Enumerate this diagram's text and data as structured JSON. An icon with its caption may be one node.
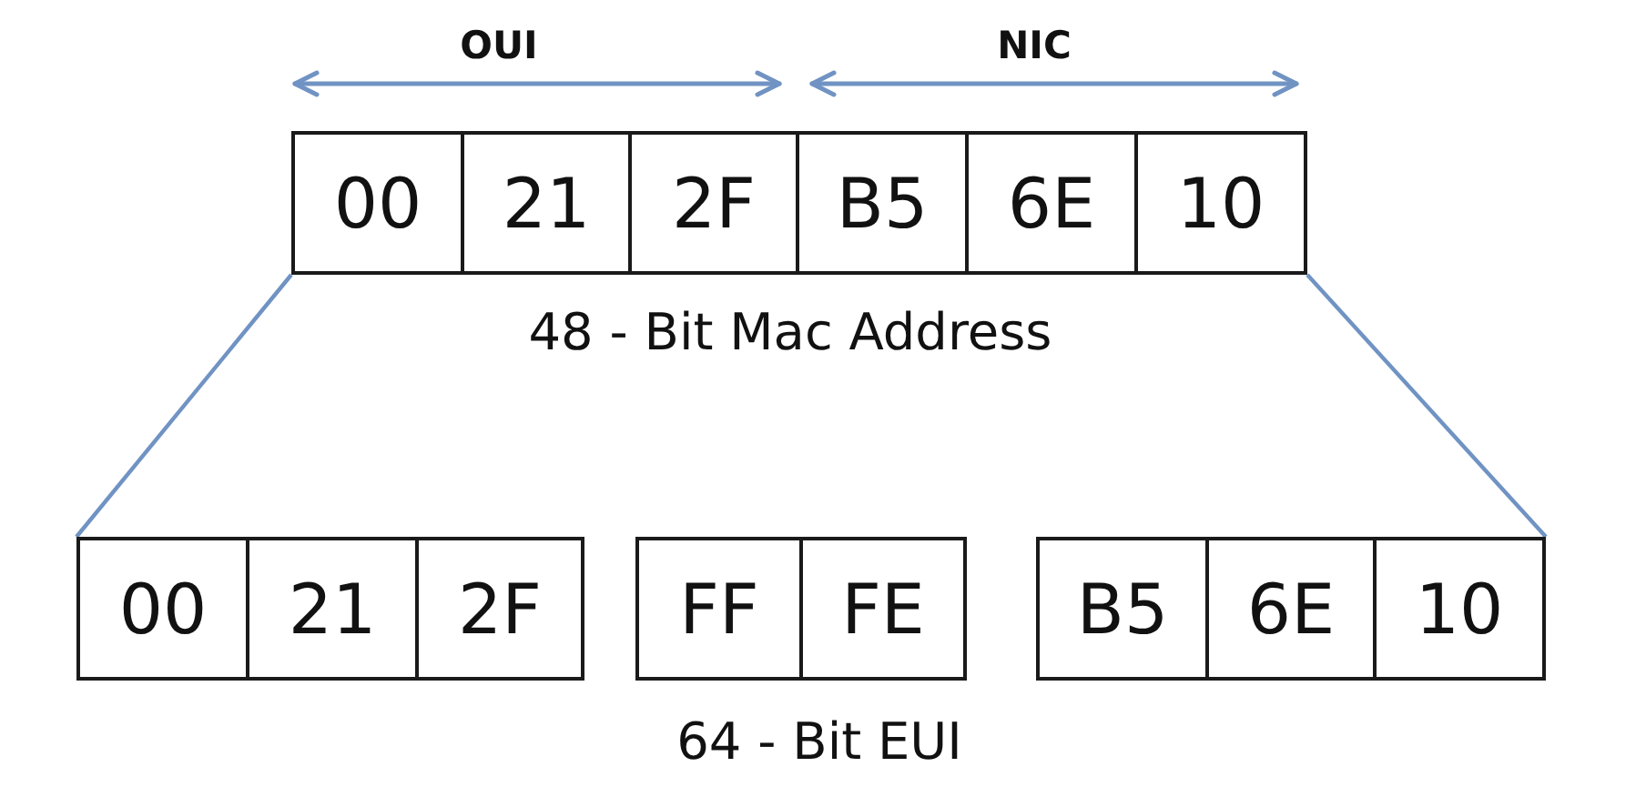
{
  "diagram": {
    "nodes": [
      {
        "text": [
          "00"
        ]
      },
      {
        "text": [
          "21"
        ]
      },
      {
        "text": [
          "2F"
        ]
      },
      {
        "text": [
          "B5"
        ]
      },
      {
        "text": [
          "6E"
        ]
      },
      {
        "text": [
          "10"
        ]
      },
      {
        "text": [
          "00"
        ]
      },
      {
        "text": [
          "21"
        ]
      },
      {
        "text": [
          "2F"
        ]
      },
      {
        "text": [
          "FF"
        ]
      },
      {
        "text": [
          "FE"
        ]
      },
      {
        "text": [
          "B5"
        ]
      },
      {
        "text": [
          "6E"
        ]
      },
      {
        "text": [
          "10"
        ]
      }
    ],
    "edges": [
      {
        "from": 0,
        "to": 6,
        "arrow": "none"
      },
      {
        "from": 5,
        "to": 13,
        "arrow": "none"
      }
    ],
    "labels": [
      "OUI",
      "NIC",
      "48 - Bit Mac Address",
      "64 - Bit EUI"
    ]
  }
}
